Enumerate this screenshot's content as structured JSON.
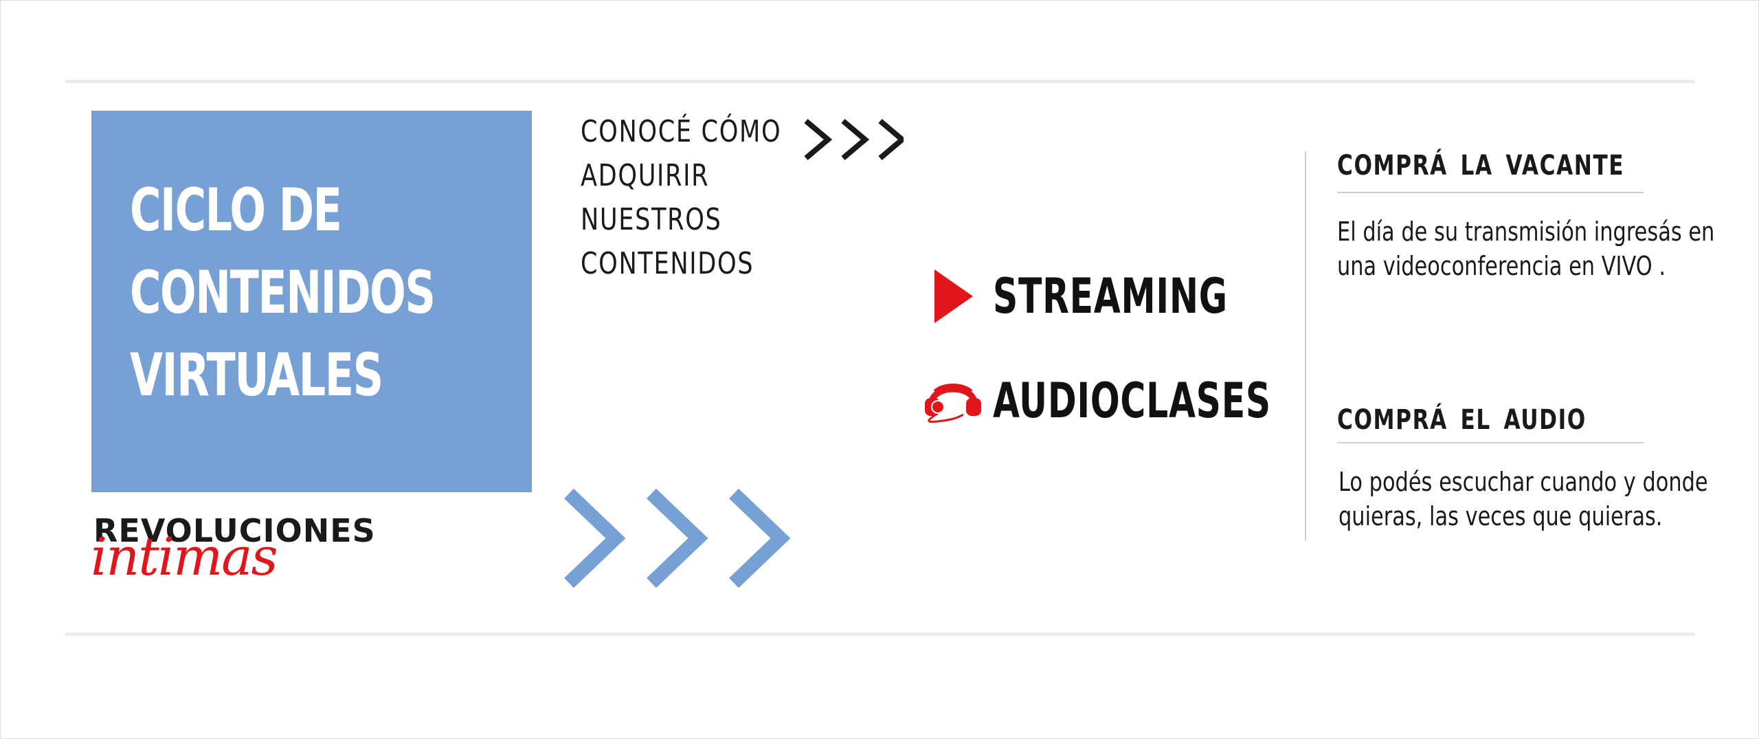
{
  "banner": {
    "title_lines": [
      "CICLO DE",
      "CONTENIDOS",
      "VIRTUALES"
    ],
    "intro_lines": [
      "CONOCÉ CÓMO",
      "ADQUIRIR",
      "NUESTROS",
      "CONTENIDOS"
    ]
  },
  "logo": {
    "brand": "REVOLUCIONES",
    "script": "intimas"
  },
  "options": {
    "streaming_label": "STREAMING",
    "audio_label": "AUDIOCLASES",
    "streaming_icon": "play-icon",
    "audio_icon": "headphones-icon"
  },
  "info": {
    "vacante_heading": "COMPRÁ LA VACANTE",
    "vacante_text_lines": [
      "El día de su transmisión ingresás en",
      "una videoconferencia en VIVO ."
    ],
    "audio_heading": "COMPRÁ EL AUDIO",
    "audio_text_lines": [
      "Lo podés escuchar cuando y donde",
      "quieras, las veces que quieras."
    ]
  },
  "colors": {
    "accent_blue": "#77a0d4",
    "accent_red": "#e2151b",
    "text_dark": "#1a1a1a"
  }
}
